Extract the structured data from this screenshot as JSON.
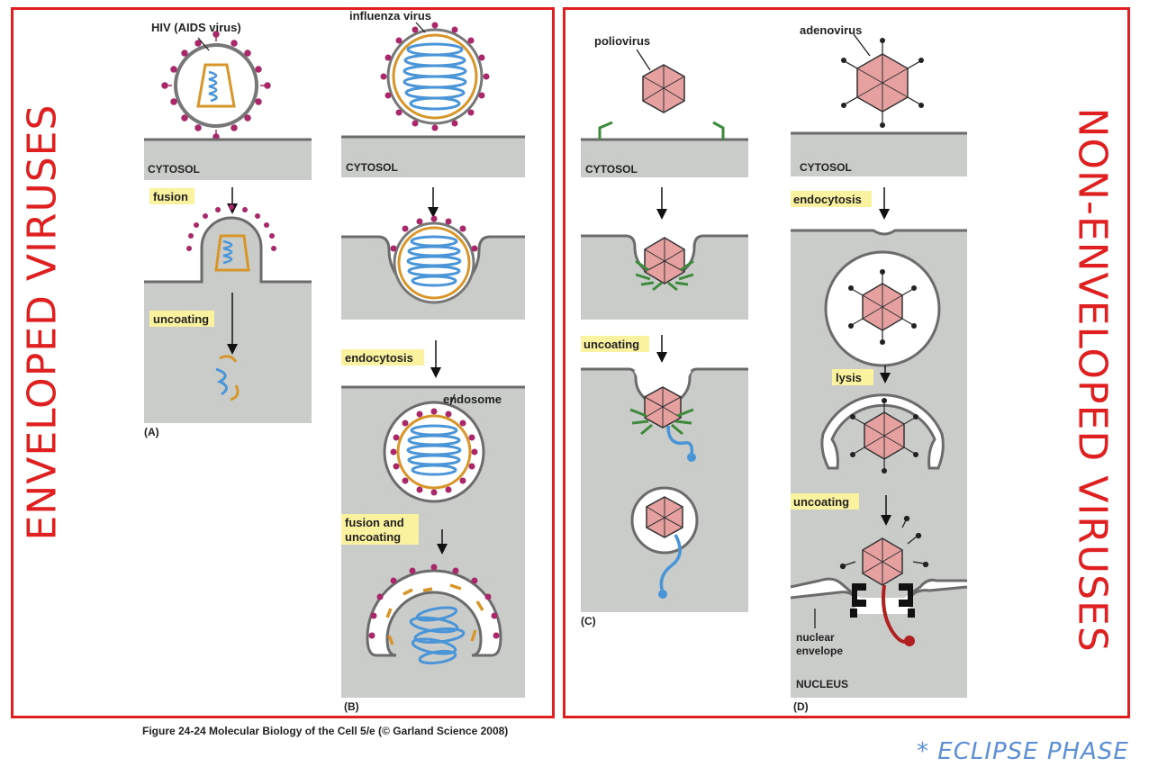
{
  "titles": {
    "enveloped": "ENVELOPED VIRUSES",
    "non_enveloped": "NON-ENVELOPED VIRUSES"
  },
  "panelA": {
    "virus_label": "HIV (AIDS virus)",
    "cytosol": "CYTOSOL",
    "step1": "fusion",
    "step2": "uncoating",
    "panel_label": "(A)"
  },
  "panelB": {
    "virus_label": "influenza virus",
    "cytosol": "CYTOSOL",
    "step1": "endocytosis",
    "endosome": "endosome",
    "step2_line1": "fusion and",
    "step2_line2": "uncoating",
    "panel_label": "(B)"
  },
  "panelC": {
    "virus_label": "poliovirus",
    "cytosol": "CYTOSOL",
    "step1": "uncoating",
    "panel_label": "(C)"
  },
  "panelD": {
    "virus_label": "adenovirus",
    "cytosol": "CYTOSOL",
    "step1": "endocytosis",
    "step2": "lysis",
    "step3": "uncoating",
    "nuclear_line1": "nuclear",
    "nuclear_line2": "envelope",
    "nucleus": "NUCLEUS",
    "panel_label": "(D)"
  },
  "caption": "Figure 24-24 Molecular Biology of the Cell 5/e (© Garland Science 2008)",
  "note": "* ECLIPSE PHASE",
  "colors": {
    "frame": "#e02020",
    "cytosol": "#c9ccc9",
    "membrane": "#6b6b6b",
    "label_bg": "#fbf2a0",
    "rna": "#4a95d8",
    "capsid_orange": "#d8962a",
    "spike": "#a8286a",
    "capsid_pink": "#e6a0a0",
    "receptor_green": "#3e8a3c",
    "dna_red": "#b02020",
    "note": "#5c8fd6"
  }
}
